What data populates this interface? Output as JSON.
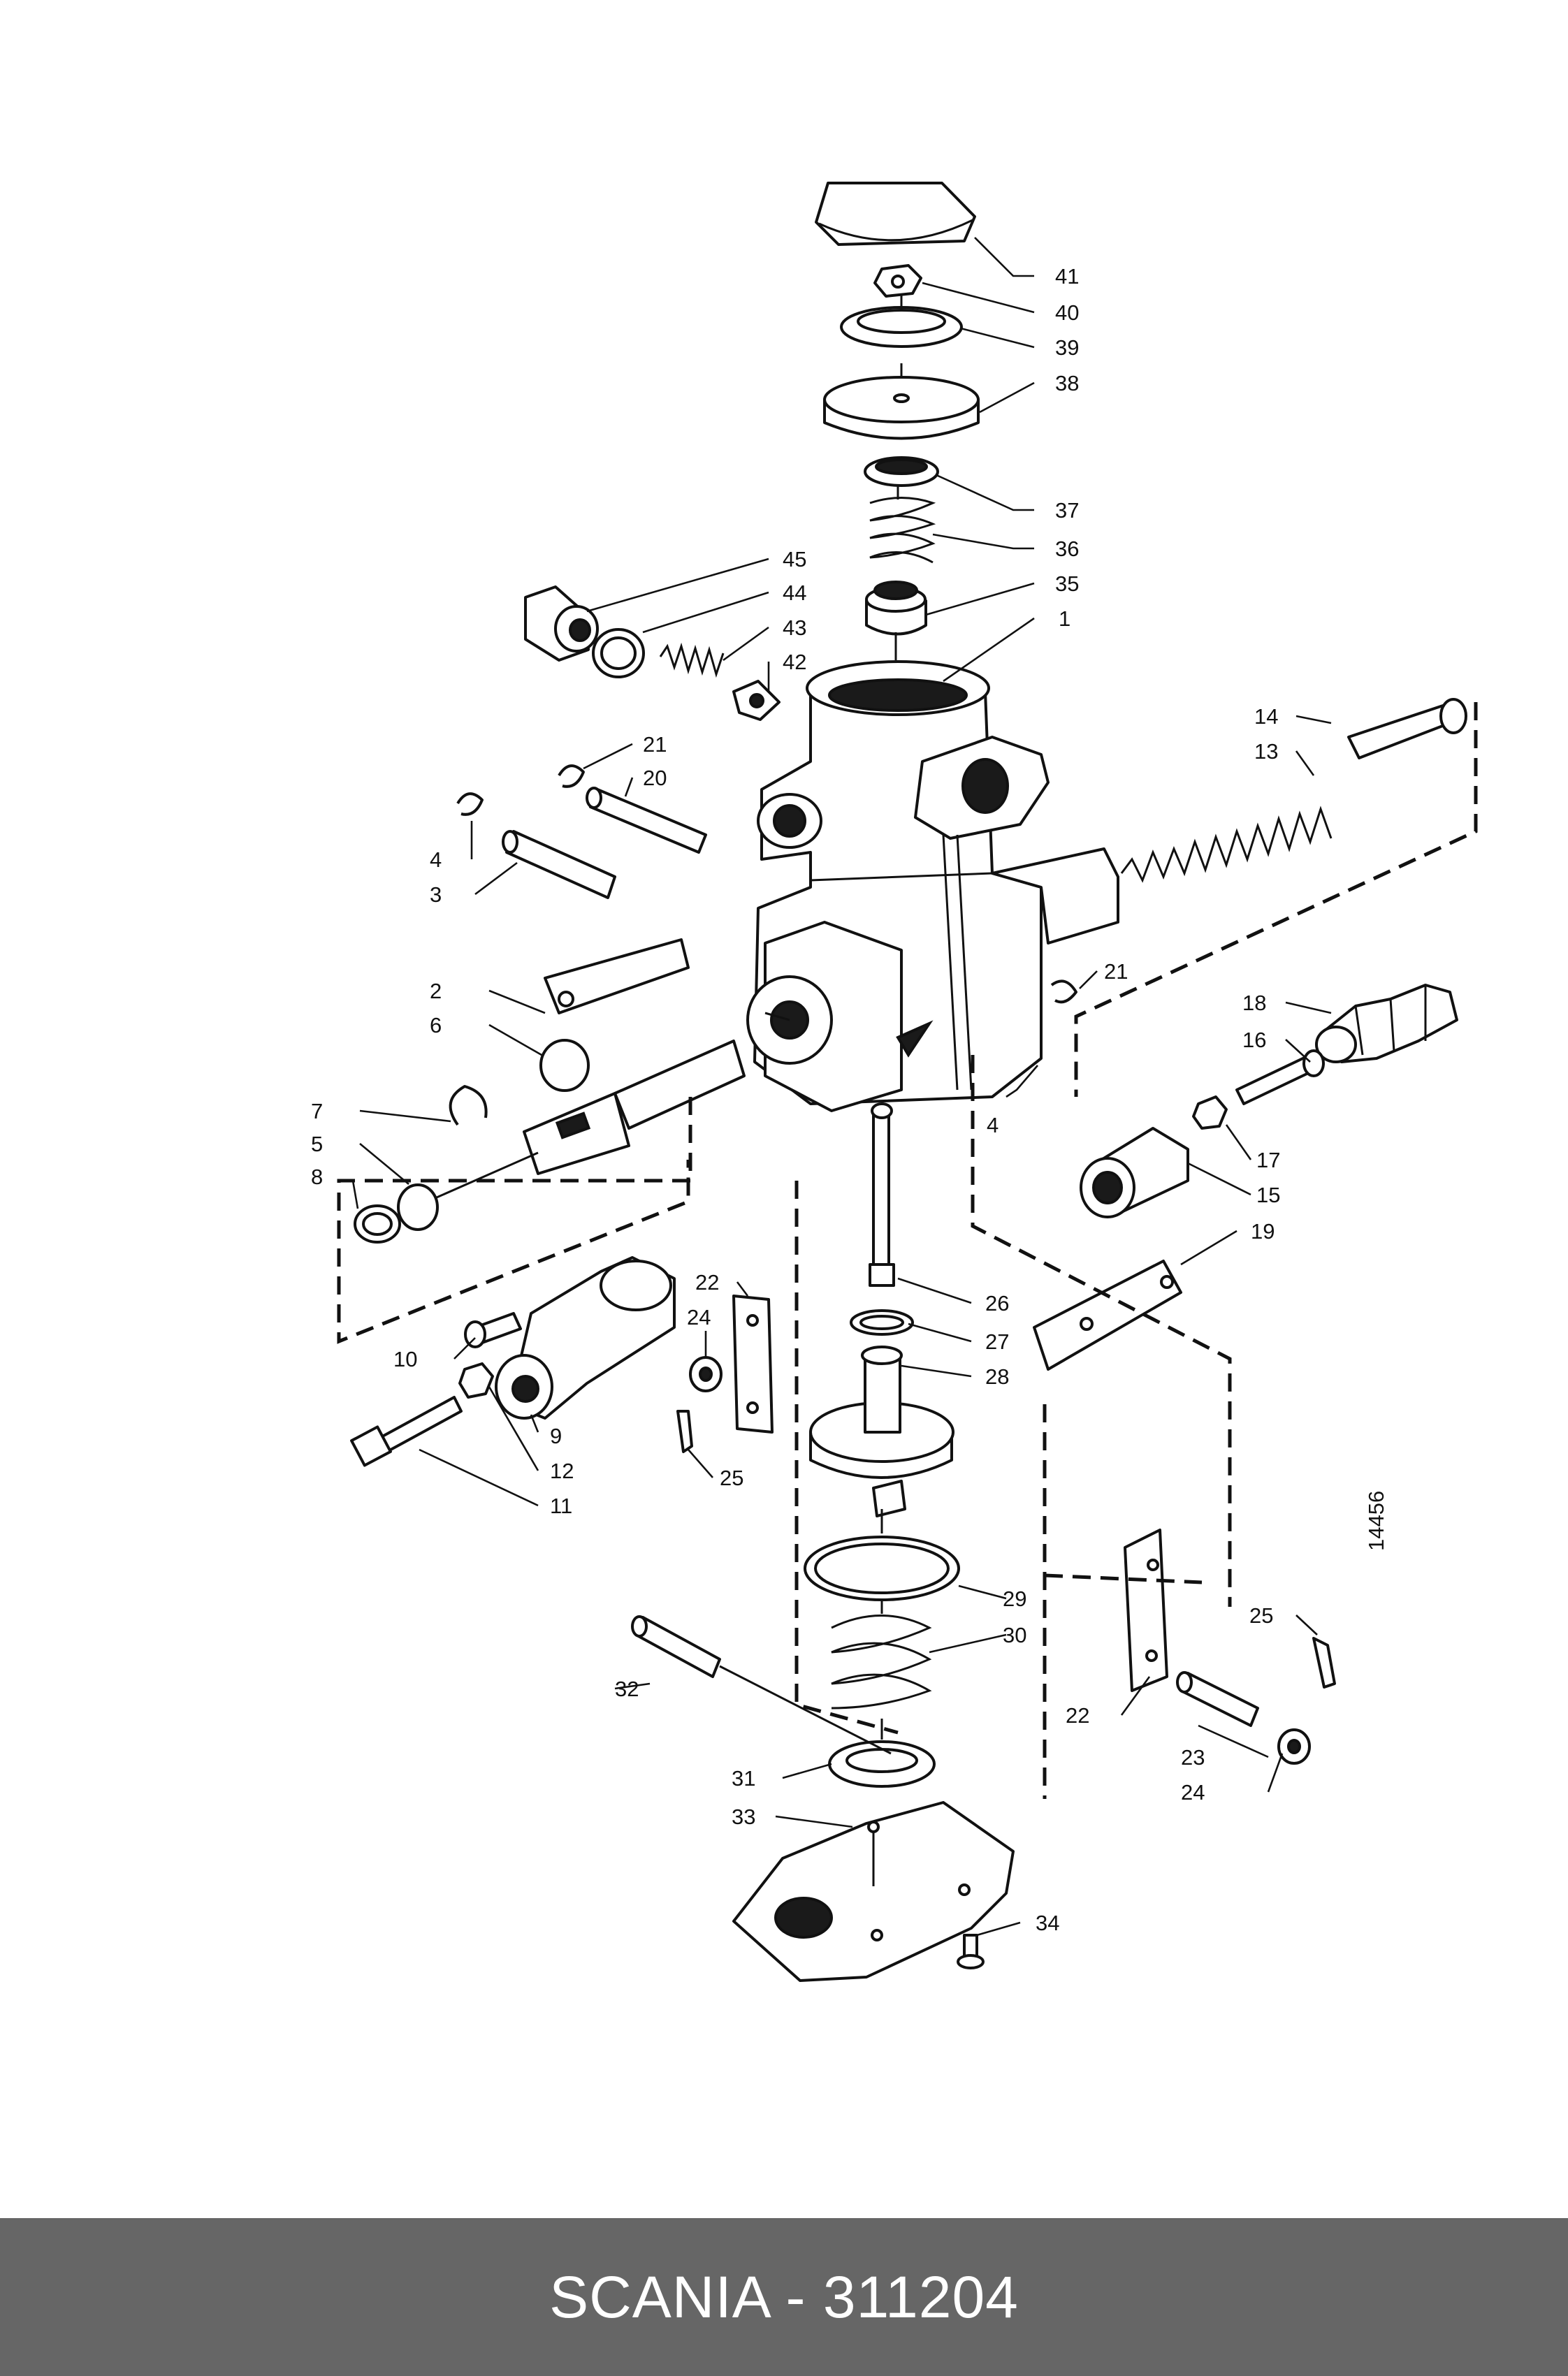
{
  "diagram": {
    "drawing_number": "14456",
    "callouts": [
      "41",
      "40",
      "39",
      "38",
      "37",
      "36",
      "35",
      "1",
      "45",
      "44",
      "43",
      "42",
      "21",
      "20",
      "4",
      "3",
      "14",
      "13",
      "2",
      "6",
      "21",
      "18",
      "16",
      "17",
      "15",
      "7",
      "5",
      "8",
      "4",
      "19",
      "22",
      "24",
      "26",
      "27",
      "28",
      "10",
      "9",
      "12",
      "11",
      "25",
      "29",
      "30",
      "32",
      "31",
      "33",
      "34",
      "25",
      "22",
      "23",
      "24"
    ]
  },
  "footer": {
    "text": "SCANIA - 311204",
    "background": "#666666",
    "text_color": "#ffffff"
  }
}
